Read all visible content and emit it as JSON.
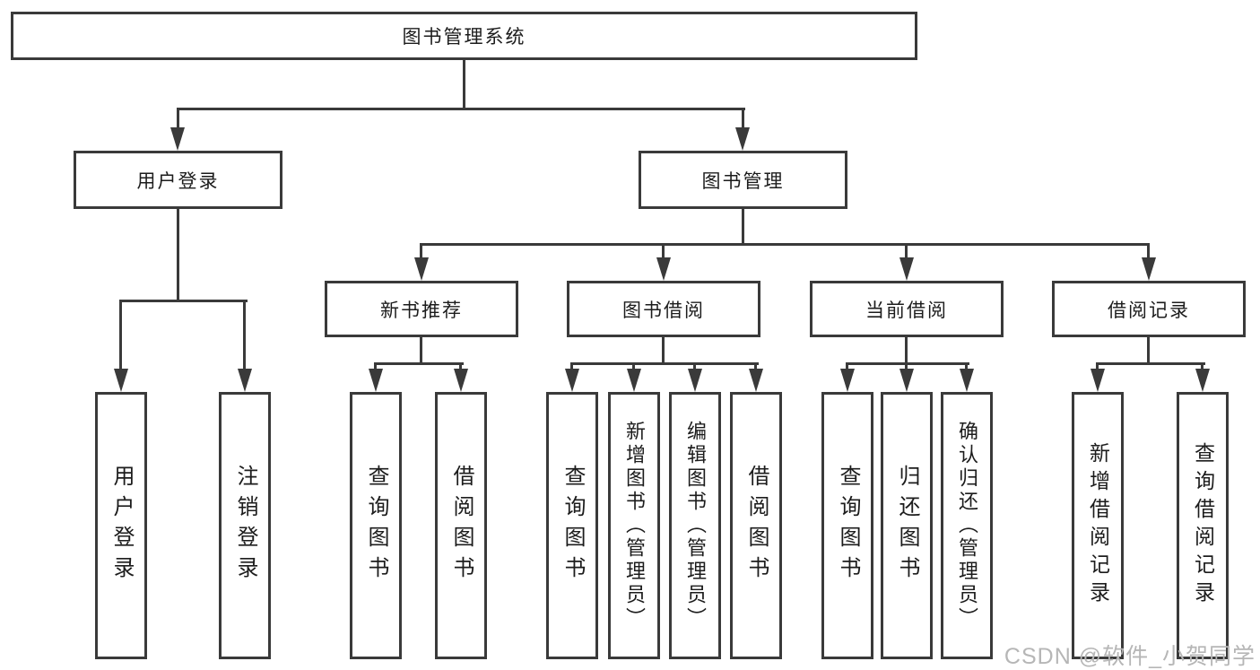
{
  "diagram": {
    "root": {
      "label": "图书管理系统"
    },
    "user_login": {
      "label": "用户登录",
      "children": [
        "用户登录",
        "注销登录"
      ]
    },
    "book_mgmt": {
      "label": "图书管理",
      "sections": {
        "new_book": {
          "label": "新书推荐",
          "children": [
            "查询图书",
            "借阅图书"
          ]
        },
        "borrow": {
          "label": "图书借阅",
          "children": [
            "查询图书",
            "新增图书（管理员）",
            "编辑图书（管理员）",
            "借阅图书"
          ]
        },
        "current": {
          "label": "当前借阅",
          "children": [
            "查询图书",
            "归还图书",
            "确认归还（管理员）"
          ]
        },
        "records": {
          "label": "借阅记录",
          "children": [
            "新增借阅记录",
            "查询借阅记录"
          ]
        }
      }
    }
  },
  "watermark": {
    "text": "CSDN @软件_小贺同学"
  },
  "colors": {
    "line": "#3a3a3a",
    "box_border": "#3a3a3a",
    "text": "#1c1c1c",
    "watermark": "#b6b6b6",
    "background": "#ffffff"
  }
}
